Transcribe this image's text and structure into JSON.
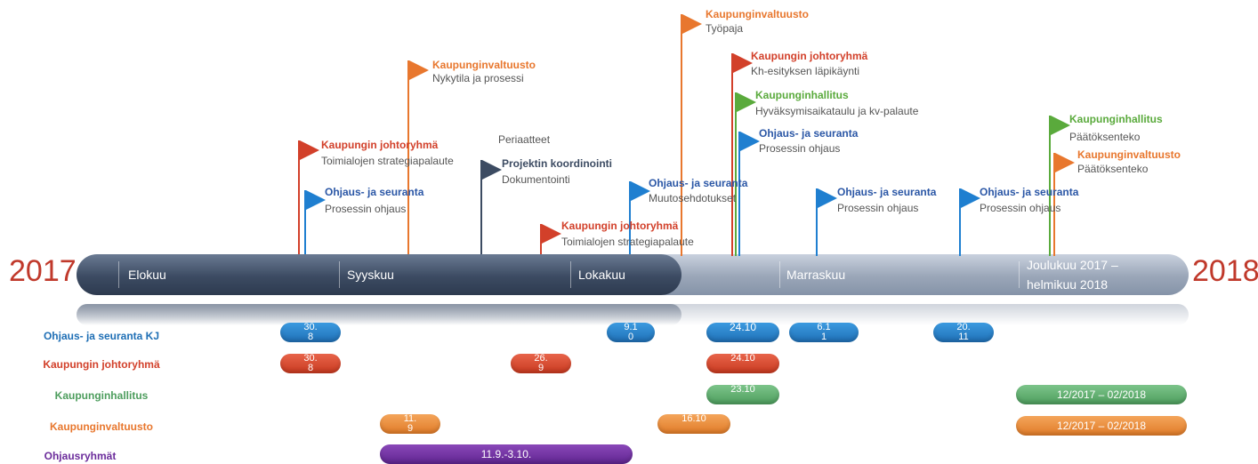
{
  "years": {
    "start": "2017",
    "end": "2018"
  },
  "months": [
    "Elokuu",
    "Syyskuu",
    "Lokakuu",
    "Marraskuu",
    "Joulukuu 2017 –",
    "helmikuu 2018"
  ],
  "flags": [
    {
      "title": "Kaupunginvaltuusto",
      "subtitle": "Työpaja"
    },
    {
      "title": "Kaupungin johtoryhmä",
      "subtitle": "Kh-esityksen läpikäynti"
    },
    {
      "title": "Kaupunginhallitus",
      "subtitle": "Hyväksymisaikataulu ja  kv-palaute"
    },
    {
      "title": "Ohjaus- ja seuranta",
      "subtitle": "Prosessin ohjaus"
    },
    {
      "title": "Kaupunginvaltuusto",
      "subtitle": "Nykytila ja prosessi"
    },
    {
      "title": "Kaupungin johtoryhmä",
      "subtitle": "Toimialojen strategiapalaute"
    },
    {
      "title": "Ohjaus- ja seuranta",
      "subtitle": "Prosessin ohjaus"
    },
    {
      "title": "",
      "subtitle": "Periaatteet"
    },
    {
      "title": "Projektin koordinointi",
      "subtitle": "Dokumentointi"
    },
    {
      "title": "Ohjaus- ja seuranta",
      "subtitle": "Muutosehdotukset"
    },
    {
      "title": "Kaupungin johtoryhmä",
      "subtitle": "Toimialojen strategiapalaute"
    },
    {
      "title": "Ohjaus- ja seuranta",
      "subtitle": "Prosessin ohjaus"
    },
    {
      "title": "Ohjaus- ja seuranta",
      "subtitle": "Prosessin ohjaus"
    },
    {
      "title": "Kaupunginhallitus",
      "subtitle": "Päätöksenteko"
    },
    {
      "title": "Kaupunginvaltuusto",
      "subtitle": "Päätöksenteko"
    }
  ],
  "rows": [
    {
      "label": "Ohjaus- ja seuranta KJ",
      "pills": [
        "30.\n8",
        "9.1\n0",
        "24.10",
        "6.1\n1",
        "20.\n11"
      ]
    },
    {
      "label": "Kaupungin johtoryhmä",
      "pills": [
        "30.\n8",
        "26.\n9",
        "24.10"
      ]
    },
    {
      "label": "Kaupunginhallitus",
      "pills": [
        "23.10",
        "12/2017 – 02/2018"
      ]
    },
    {
      "label": "Kaupunginvaltuusto",
      "pills": [
        "11.\n9",
        "16.10",
        "12/2017 – 02/2018"
      ]
    },
    {
      "label": "Ohjausryhmät",
      "pills": [
        "11.9.-3.10."
      ]
    }
  ],
  "colors": {
    "valtuusto": "#e8772e",
    "johtoryhma": "#d2402a",
    "hallitus": "#5aaa3c",
    "ohjaus": "#1f7fd0",
    "ohjaus_title": "#2b57a6",
    "koordinointi": "#3c4b62",
    "purple": "#6b2c9b",
    "year": "#c0392b"
  }
}
